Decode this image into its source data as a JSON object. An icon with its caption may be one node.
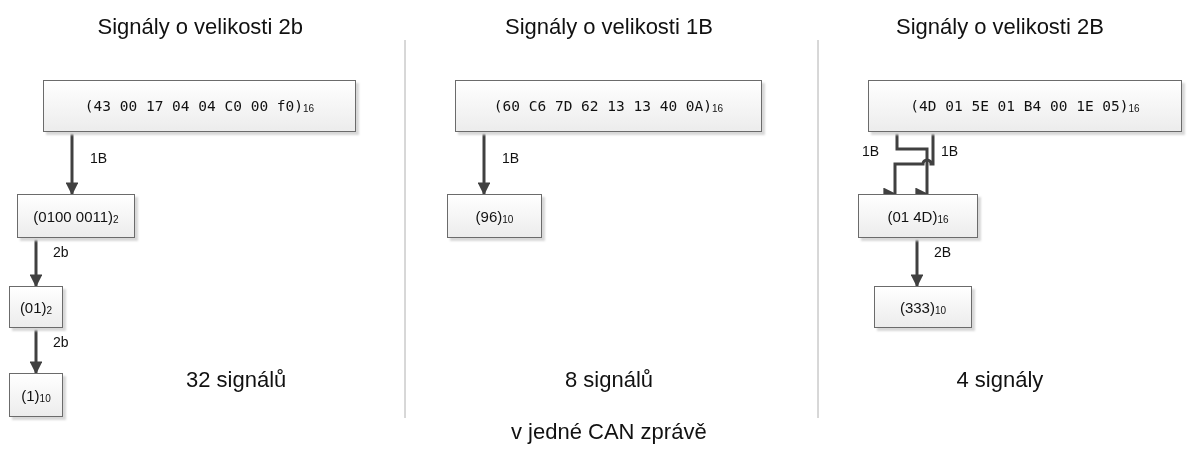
{
  "diagram": {
    "caption": "v jedné CAN zprávě",
    "nodes": [
      {
        "text": [
          "(43 00 17 04 04 C0 00 f0)$_{16}$"
        ]
      },
      {
        "text": [
          "(0100 0011)$_{2}$"
        ]
      },
      {
        "text": [
          "(01)$_{2}$"
        ]
      },
      {
        "text": [
          "(1)$_{10}$"
        ]
      },
      {
        "text": [
          "(60 C6 7D 62 13 13 40 0A)$_{16}$"
        ]
      },
      {
        "text": [
          "(96)$_{10}$"
        ]
      },
      {
        "text": [
          "(4D 01 5E 01 B4 00 1E 05)$_{16}$"
        ]
      },
      {
        "text": [
          "(01 4D)$_{16}$"
        ]
      },
      {
        "text": [
          "(333)$_{10}$"
        ]
      }
    ],
    "edges": [
      {
        "from": 0,
        "to": 1,
        "arrow": "to",
        "label": "1B"
      },
      {
        "from": 1,
        "to": 2,
        "arrow": "to",
        "label": "2b"
      },
      {
        "from": 2,
        "to": 3,
        "arrow": "to",
        "label": "2b"
      },
      {
        "from": 4,
        "to": 5,
        "arrow": "to",
        "label": "1B"
      },
      {
        "from": 6,
        "to": 7,
        "arrow": "to",
        "label": "1B"
      },
      {
        "from": 6,
        "to": 7,
        "arrow": "to",
        "label": "1B"
      },
      {
        "from": 7,
        "to": 8,
        "arrow": "to",
        "label": "2B"
      }
    ],
    "labels": [
      "Signály o velikosti 2b",
      "Signály o velikosti 1B",
      "Signály o velikosti 2B",
      "32 signálů",
      "8 signálů",
      "4 signály"
    ]
  }
}
